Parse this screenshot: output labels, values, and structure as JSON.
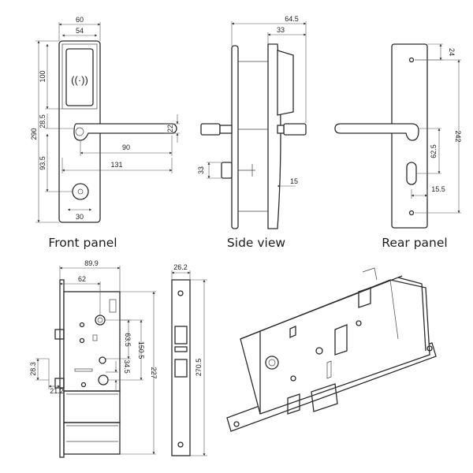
{
  "captions": {
    "front": "Front panel",
    "side": "Side view",
    "rear": "Rear panel"
  },
  "front_panel": {
    "dims": [
      "60",
      "54",
      "100",
      "290",
      "28.5",
      "93.5",
      "90",
      "131",
      "22",
      "30"
    ],
    "rfid_symbol": "((·))"
  },
  "side_view": {
    "dims": [
      "64.5",
      "33",
      "33",
      "15"
    ]
  },
  "rear_panel": {
    "dims": [
      "24",
      "242",
      "62.5",
      "15.5"
    ]
  },
  "lock_body": {
    "dims": [
      "89.9",
      "62",
      "150.5",
      "63.5",
      "227",
      "34.5",
      "28.3",
      "21.2"
    ]
  },
  "faceplate": {
    "dims": [
      "26.2",
      "270.5"
    ]
  }
}
